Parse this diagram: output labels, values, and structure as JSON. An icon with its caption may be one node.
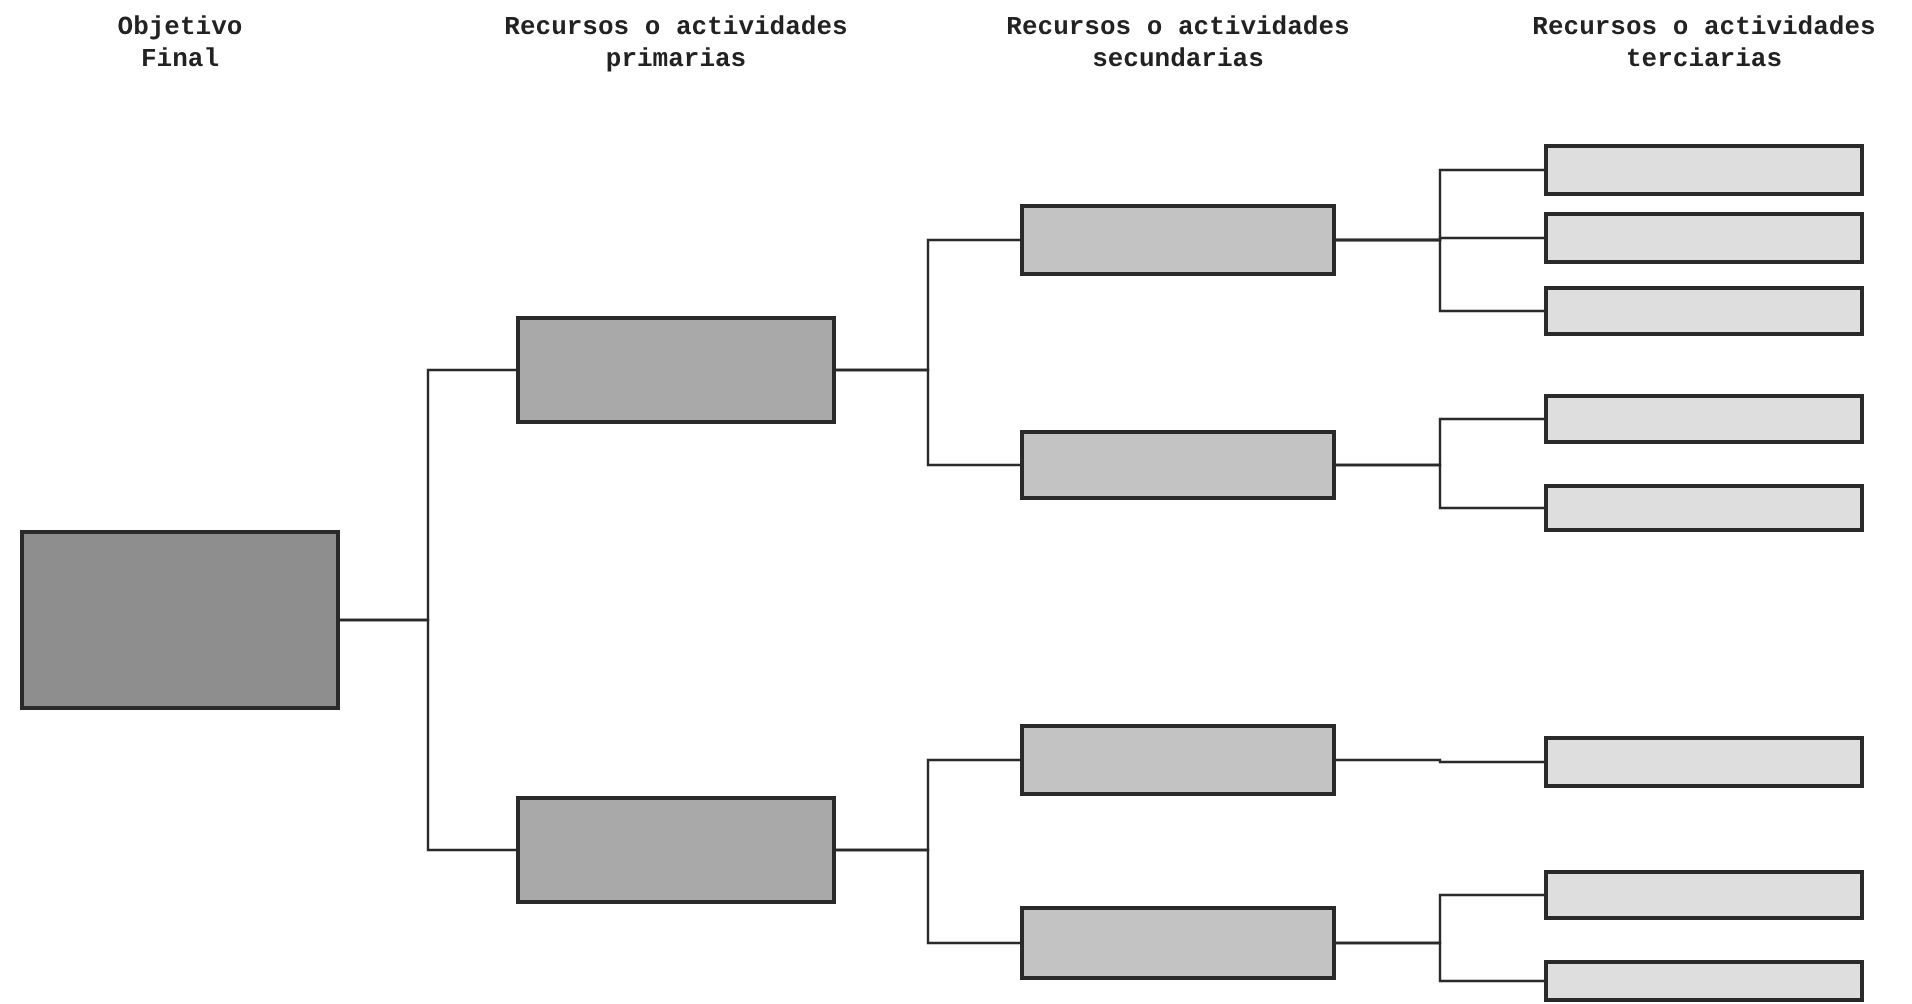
{
  "diagram": {
    "nodes": [
      {
        "text": [],
        "shape": "box"
      },
      {
        "text": [],
        "shape": "box"
      },
      {
        "text": [],
        "shape": "box"
      },
      {
        "text": [],
        "shape": "box"
      },
      {
        "text": [],
        "shape": "box"
      },
      {
        "text": [],
        "shape": "box"
      },
      {
        "text": [],
        "shape": "box"
      },
      {
        "text": [],
        "shape": "box"
      },
      {
        "text": [],
        "shape": "box"
      },
      {
        "text": [],
        "shape": "box"
      },
      {
        "text": [],
        "shape": "box"
      },
      {
        "text": [],
        "shape": "box"
      },
      {
        "text": [],
        "shape": "box"
      },
      {
        "text": [],
        "shape": "box"
      },
      {
        "text": [],
        "shape": "box"
      }
    ],
    "edges": [
      {
        "from": 0,
        "to": 1,
        "arrow": "none"
      },
      {
        "from": 0,
        "to": 2,
        "arrow": "none"
      },
      {
        "from": 1,
        "to": 3,
        "arrow": "none"
      },
      {
        "from": 1,
        "to": 4,
        "arrow": "none"
      },
      {
        "from": 2,
        "to": 5,
        "arrow": "none"
      },
      {
        "from": 2,
        "to": 6,
        "arrow": "none"
      },
      {
        "from": 3,
        "to": 7,
        "arrow": "none"
      },
      {
        "from": 3,
        "to": 8,
        "arrow": "none"
      },
      {
        "from": 3,
        "to": 9,
        "arrow": "none"
      },
      {
        "from": 4,
        "to": 10,
        "arrow": "none"
      },
      {
        "from": 4,
        "to": 11,
        "arrow": "none"
      },
      {
        "from": 5,
        "to": 12,
        "arrow": "none"
      },
      {
        "from": 6,
        "to": 13,
        "arrow": "none"
      },
      {
        "from": 6,
        "to": 14,
        "arrow": "none"
      }
    ],
    "labels": [
      "Objetivo Final",
      "Recursos o actividades primarias",
      "Recursos o actividades secundarias",
      "Recursos o actividades terciarias"
    ]
  }
}
